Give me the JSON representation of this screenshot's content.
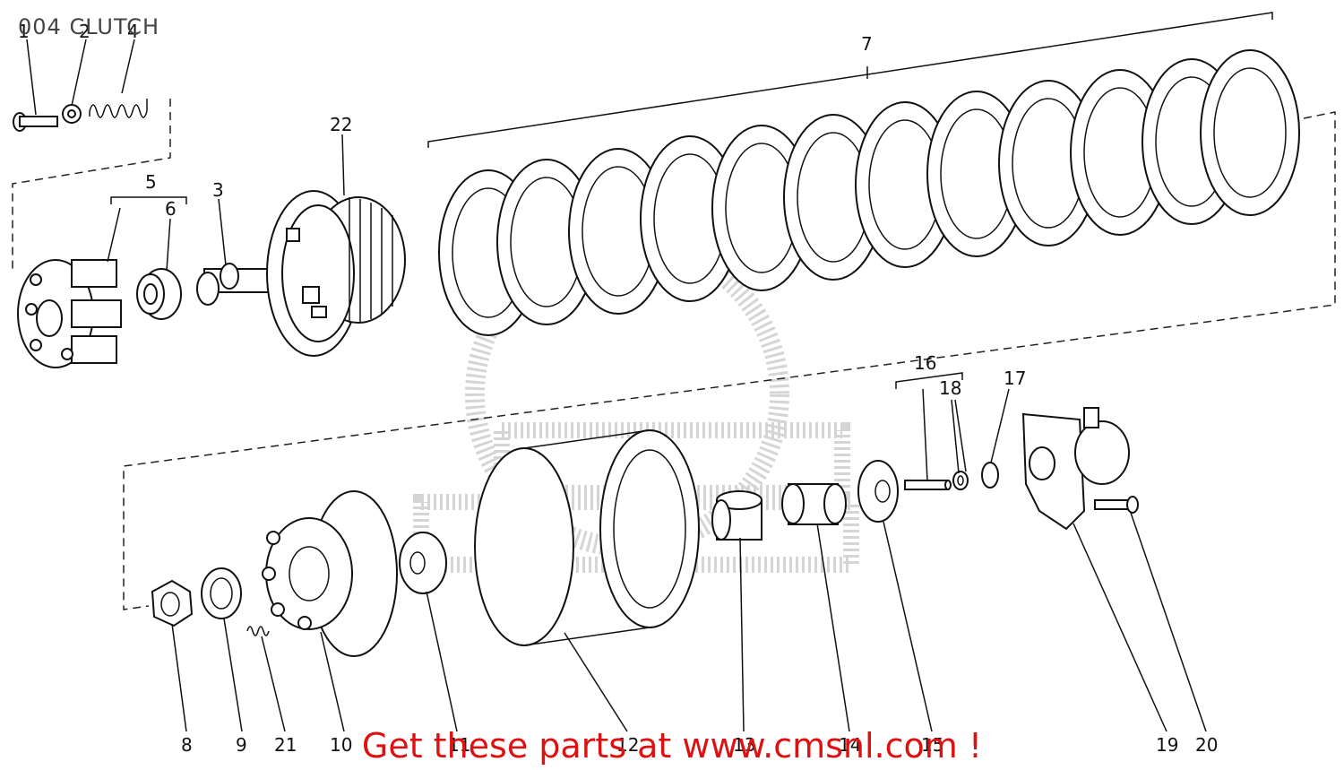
{
  "title": "004 CLUTCH",
  "callouts": {
    "c1": "1",
    "c2": "2",
    "c3": "3",
    "c4": "4",
    "c5": "5",
    "c6": "6",
    "c7": "7",
    "c8": "8",
    "c9": "9",
    "c10": "10",
    "c11": "11",
    "c12": "12",
    "c13": "13",
    "c14": "14",
    "c15": "15",
    "c16": "16",
    "c17": "17",
    "c18": "18",
    "c19": "19",
    "c20": "20",
    "c21": "21",
    "c22": "22"
  },
  "banner": "Get these parts at www.cmsnl.com !",
  "colors": {
    "banner": "#dd1111",
    "lines": "#111111",
    "watermark": "#888888"
  }
}
